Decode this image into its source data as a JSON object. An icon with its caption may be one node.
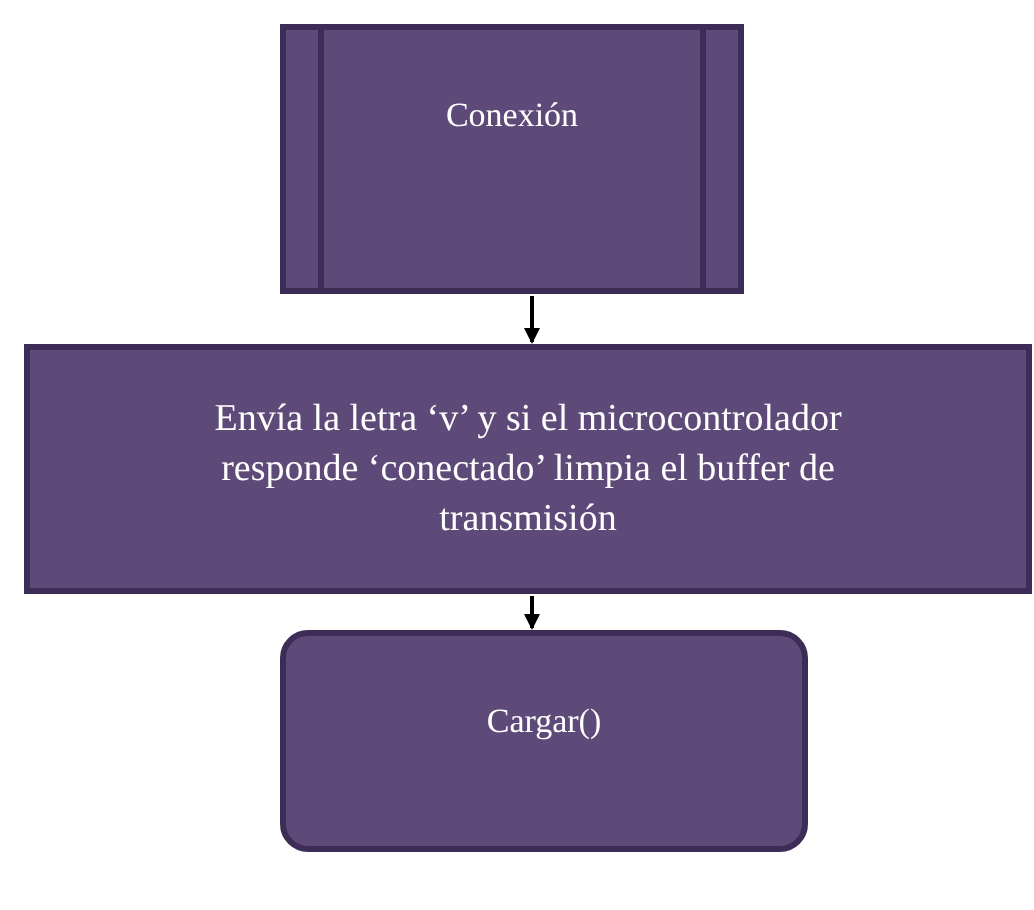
{
  "diagram": {
    "nodes": [
      {
        "text": [
          "Conexión"
        ]
      },
      {
        "text": [
          "Envía la letra ‘v’ y si el microcontrolador responde ‘conectado’ limpia el buffer de transmisión"
        ]
      },
      {
        "text": [
          "Cargar()"
        ]
      }
    ],
    "edges": [
      {
        "from": 0,
        "to": 1,
        "arrow": "to"
      },
      {
        "from": 1,
        "to": 2,
        "arrow": "to"
      }
    ]
  }
}
